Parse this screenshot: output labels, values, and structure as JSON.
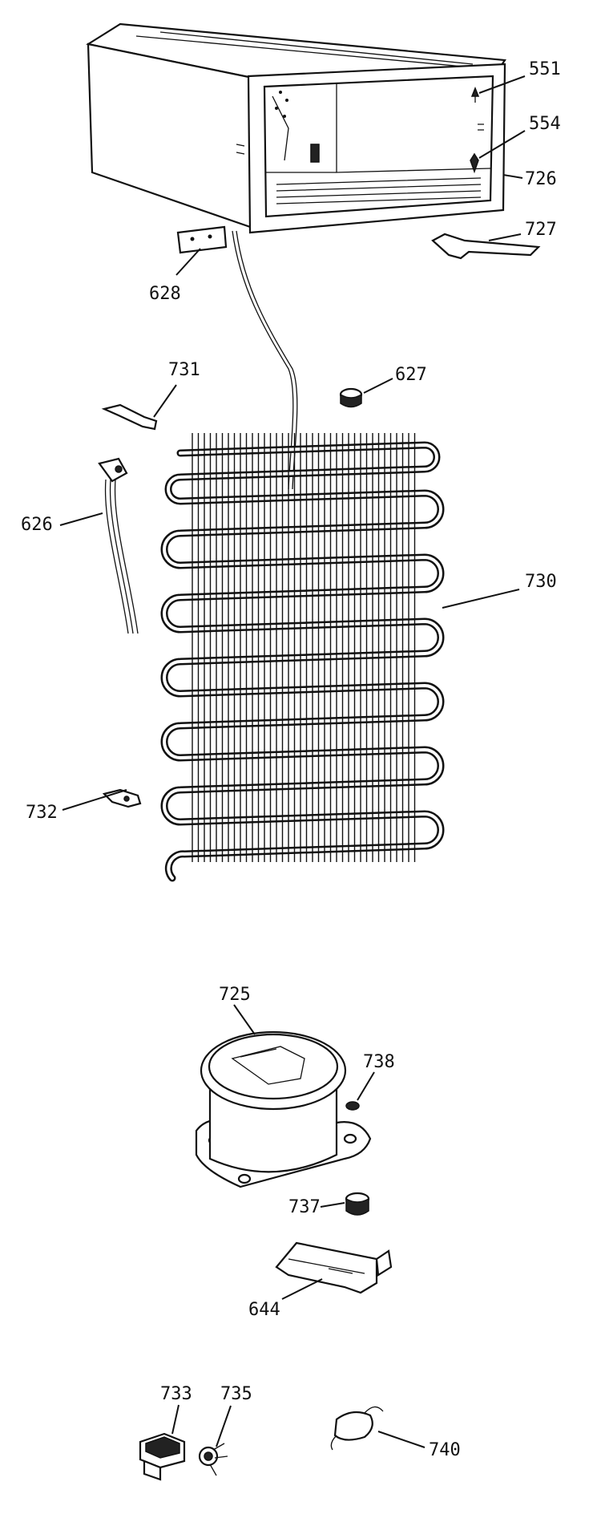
{
  "labels": {
    "p551": "551",
    "p554": "554",
    "p726": "726",
    "p727": "727",
    "p628": "628",
    "p731": "731",
    "p627": "627",
    "p626": "626",
    "p730": "730",
    "p732": "732",
    "p725": "725",
    "p738": "738",
    "p737": "737",
    "p644": "644",
    "p733": "733",
    "p735": "735",
    "p740": "740"
  }
}
